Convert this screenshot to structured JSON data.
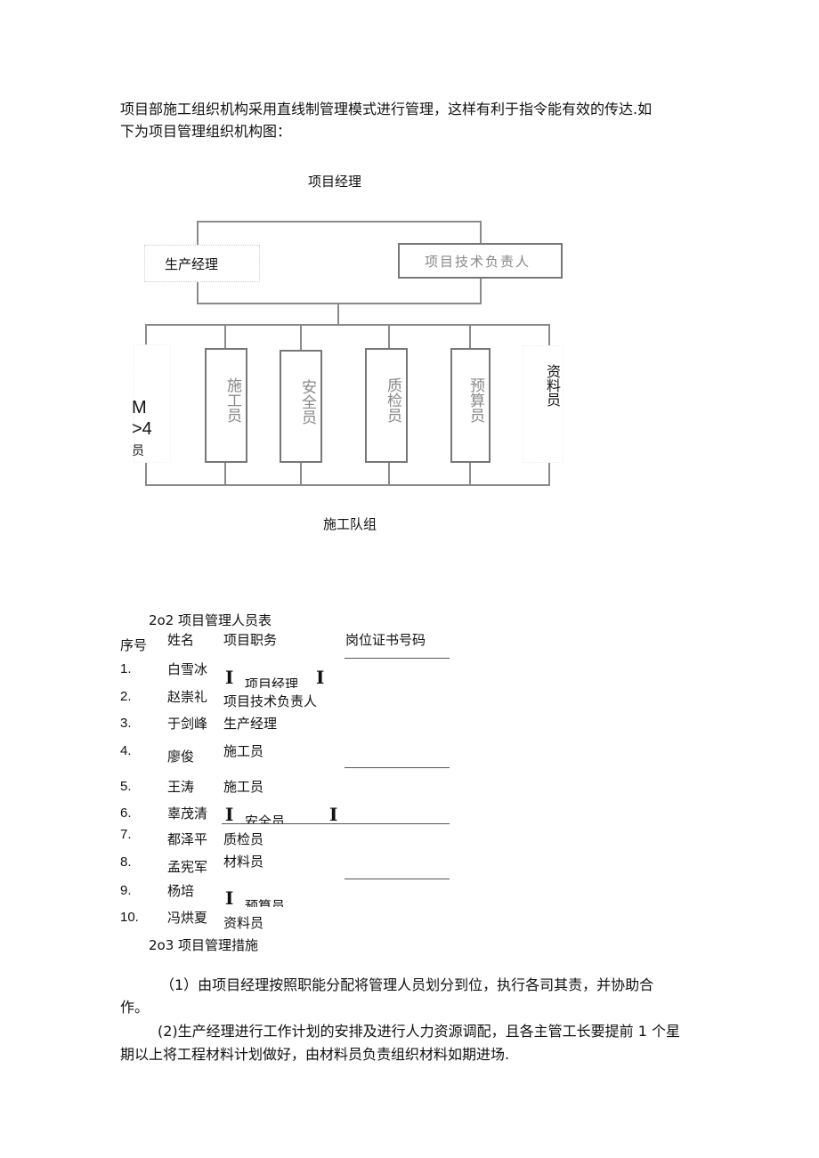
{
  "intro": {
    "line1": "项目部施工组织机构采用直线制管理模式进行管理，这样有利于指令能有效的传达.如",
    "line2": "下为项目管理组织机构图："
  },
  "org_chart": {
    "top": "项目经理",
    "production_manager": "生产经理",
    "technical_lead": "项目技术负责人",
    "roles": [
      "施工员",
      "安全员",
      "质检员",
      "预算员",
      "资料员"
    ],
    "left_label": [
      "M",
      ">4",
      "员"
    ],
    "bottom": "施工队组"
  },
  "table": {
    "title": "2o2 项目管理人员表",
    "headers": {
      "no": "序号",
      "name": "姓名",
      "role": "项目职务",
      "cert": "岗位证书号码"
    },
    "rows": [
      {
        "no": "1.",
        "name": "白雪冰",
        "role": "项目经理"
      },
      {
        "no": "2.",
        "name": "赵崇礼",
        "role": "项目技术负责人"
      },
      {
        "no": "3.",
        "name": "于剑峰",
        "role": "生产经理"
      },
      {
        "no": "4.",
        "name": "廖俊",
        "role": "施工员"
      },
      {
        "no": "5.",
        "name": "王涛",
        "role": "施工员"
      },
      {
        "no": "6.",
        "name": "辜茂清",
        "role": "安全员"
      },
      {
        "no": "7.",
        "name": "都泽平",
        "role": "质检员"
      },
      {
        "no": "8.",
        "name": "孟宪军",
        "role": "材料员"
      },
      {
        "no": "9.",
        "name": "杨培",
        "role": "预算员"
      },
      {
        "no": "10.",
        "name": "冯烘夏",
        "role": "资料员"
      }
    ]
  },
  "measures": {
    "title": "2o3 项目管理措施",
    "p1_line1": "（1）由项目经理按照职能分配将管理人员划分到位，执行各司其责，并协助合",
    "p1_line2": "作。",
    "p2_line1": "(2)生产经理进行工作计划的安排及进行人力资源调配，且各主管工长要提前 1 个星",
    "p2_line2": "期以上将工程材料计划做好，由材料员负责组织材料如期进场."
  }
}
